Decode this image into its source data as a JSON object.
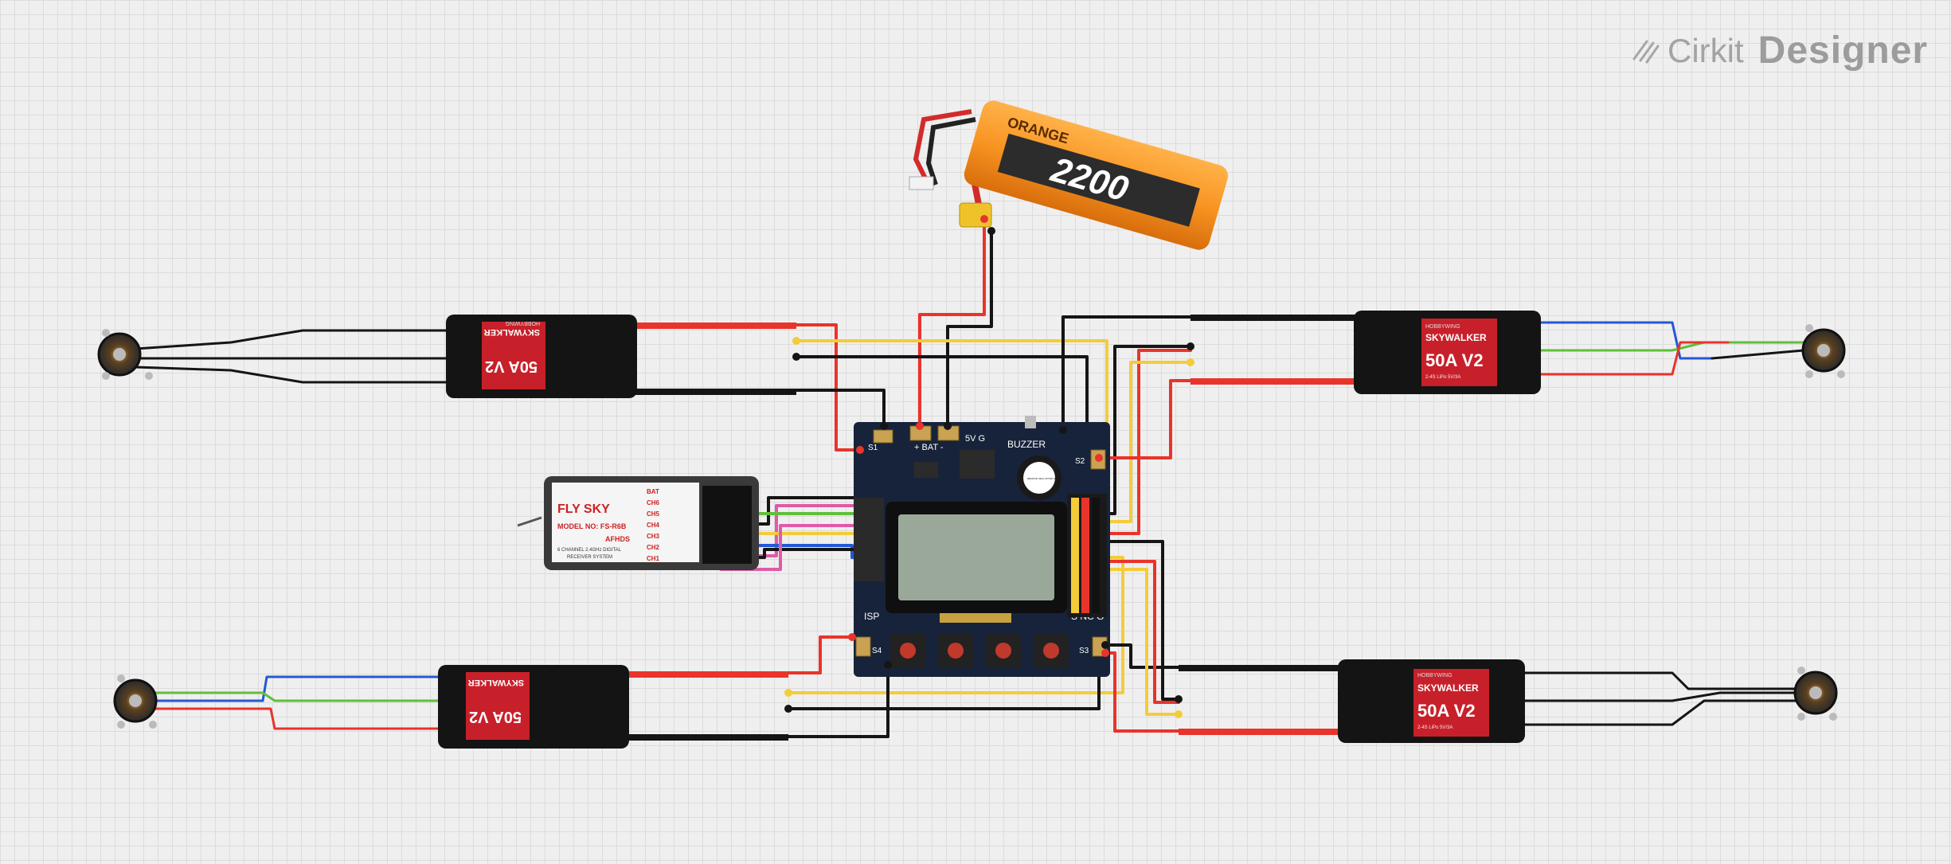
{
  "app": {
    "brand_left": "Cirkit",
    "brand_right": "Designer"
  },
  "battery": {
    "capacity_label": "2200",
    "brand_label": "ORANGE"
  },
  "flight_controller": {
    "bat_label": "+ BAT -",
    "v5_label": "5V  G",
    "buzzer_label": "BUZZER",
    "isp_label": "ISP",
    "snc_label": "S NC G",
    "pins": {
      "s1": "S1",
      "s2": "S2",
      "s3": "S3",
      "s4": "S4"
    },
    "buzzer_sticker": "REMOVE SEAL AFTER WASHING"
  },
  "receiver": {
    "brand": "FLY SKY",
    "model": "MODEL NO: FS-R6B",
    "afhds": "AFHDS",
    "desc1": "6 CHANNEL 2.4GHz DIGITAL",
    "desc2": "RECEIVER SYSTEM",
    "channels": [
      "BAT",
      "CH6",
      "CH5",
      "CH4",
      "CH3",
      "CH2",
      "CH1"
    ]
  },
  "esc": {
    "brand": "SKYWALKER",
    "model": "50A V2",
    "maker": "HOBBYWING",
    "spec": "2-4S LiPo  5V/3A"
  },
  "colors": {
    "red": "#e8342b",
    "black": "#151515",
    "yellow": "#f4cc3a",
    "green": "#5fbf3a",
    "blue": "#2458d6",
    "pink": "#e05aa8",
    "board": "#17233a",
    "esc": "#141414",
    "esc_label": "#c8202a"
  }
}
